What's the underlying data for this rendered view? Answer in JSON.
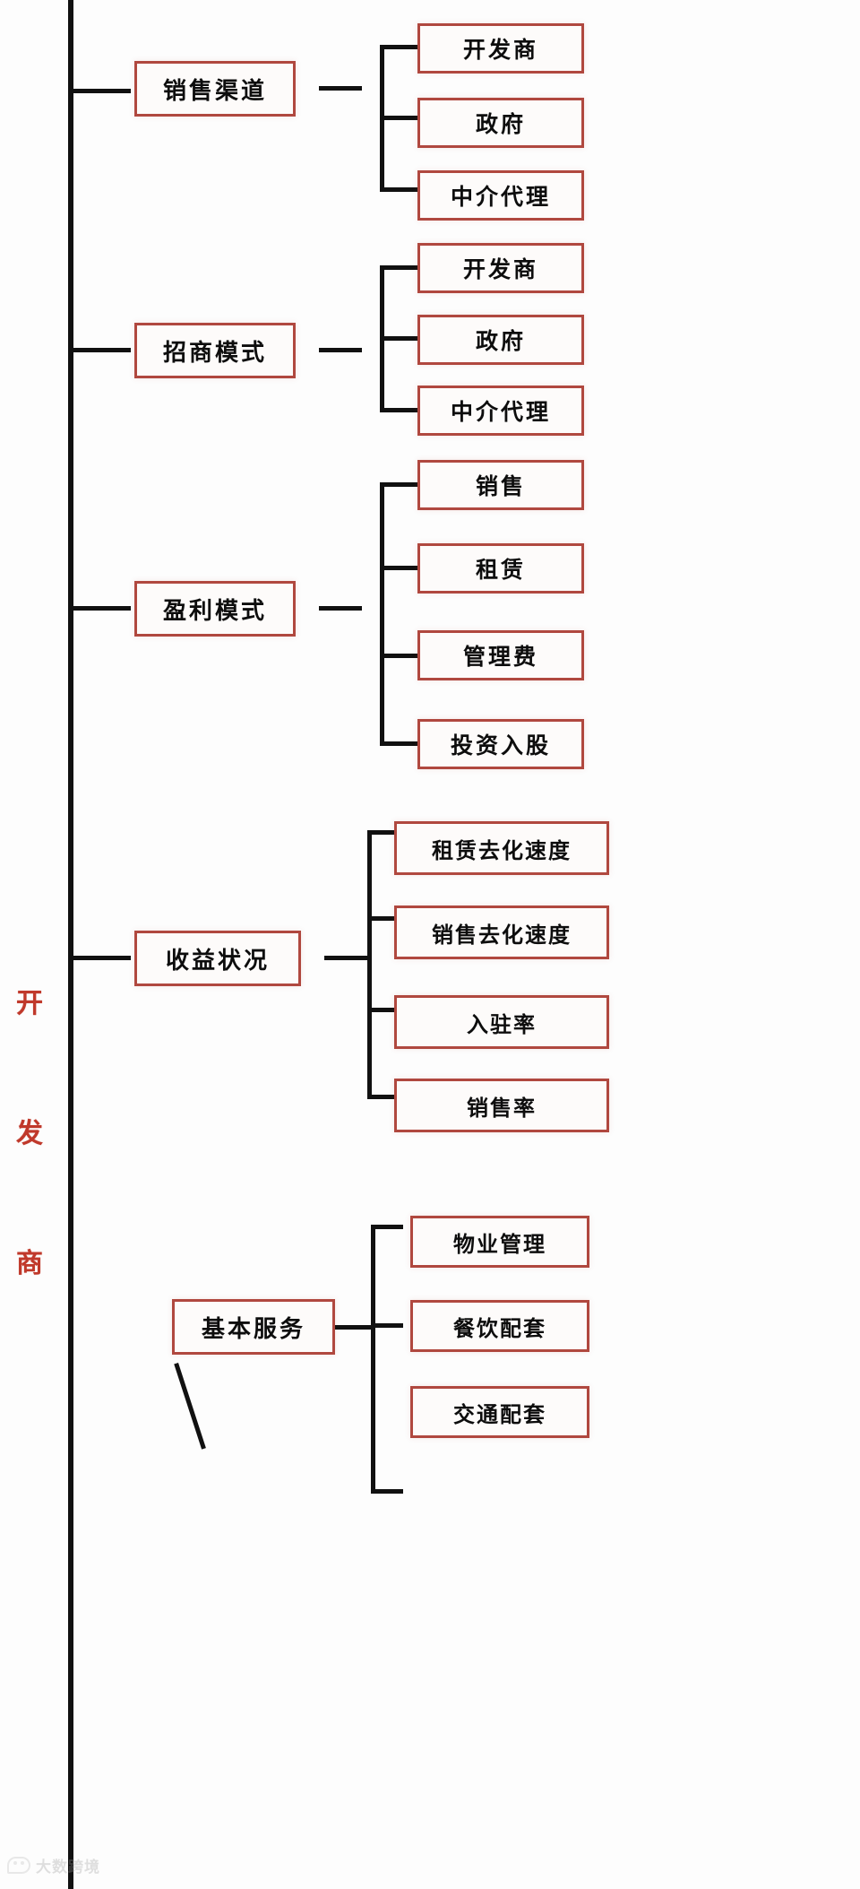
{
  "diagram": {
    "type": "mind-map",
    "title": "开发商",
    "root": {
      "label": "开发商",
      "chars": [
        "开",
        "发",
        "商"
      ],
      "color": "#c0392b"
    },
    "theme": {
      "box_border": "#b0483f",
      "box_fill": "#fdfbfa",
      "line_color": "#111111",
      "text_color": "#0d0d0d",
      "root_color": "#c0392b",
      "background": "#ffffff"
    },
    "branches": [
      {
        "label": "销售渠道",
        "children": [
          {
            "label": "开发商"
          },
          {
            "label": "政府"
          },
          {
            "label": "中介代理"
          }
        ]
      },
      {
        "label": "招商模式",
        "children": [
          {
            "label": "开发商"
          },
          {
            "label": "政府"
          },
          {
            "label": "中介代理"
          }
        ]
      },
      {
        "label": "盈利模式",
        "children": [
          {
            "label": "销售"
          },
          {
            "label": "租赁"
          },
          {
            "label": "管理费"
          },
          {
            "label": "投资入股"
          }
        ]
      },
      {
        "label": "收益状况",
        "children": [
          {
            "label": "租赁去化速度"
          },
          {
            "label": "销售去化速度"
          },
          {
            "label": "入驻率"
          },
          {
            "label": "销售率"
          }
        ]
      },
      {
        "label": "基本服务",
        "children": [
          {
            "label": "物业管理"
          },
          {
            "label": "餐饮配套"
          },
          {
            "label": "交通配套"
          }
        ]
      }
    ]
  },
  "watermark": {
    "text": "大数跨境",
    "logo_icon": "camera-logo-icon"
  }
}
